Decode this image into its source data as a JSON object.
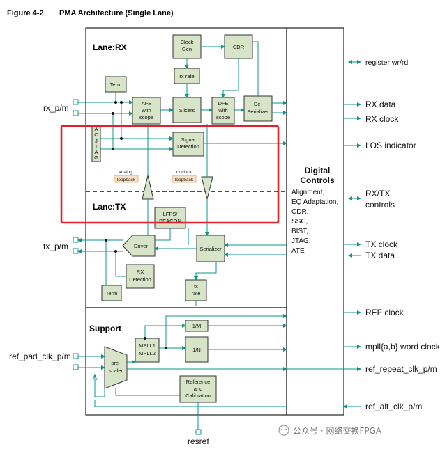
{
  "figure": {
    "number": "Figure 4-2",
    "title": "PMA Architecture (Single Lane)"
  },
  "sections": {
    "rx": "Lane:RX",
    "tx": "Lane:TX",
    "support": "Support"
  },
  "blocks": {
    "clock_gen": [
      "Clock",
      "Gen"
    ],
    "cdr": "CDR",
    "term_rx": "Term",
    "rx_rate": "rx rate",
    "afe": [
      "AFE",
      "with",
      "scope"
    ],
    "slicers": "Slicers",
    "dfe": [
      "DFE",
      "with",
      "scope"
    ],
    "deserializer": [
      "De-",
      "Serializer"
    ],
    "ac_jtag": [
      "A",
      "C",
      "J",
      "T",
      "A",
      "G"
    ],
    "signal_detection": [
      "Signal",
      "Detection"
    ],
    "analog_loopback": [
      "analog",
      "loopback"
    ],
    "rx_clock_loopback": [
      "rx clock",
      "loopback"
    ],
    "lfps_beacon": [
      "LFPS/",
      "BEACON"
    ],
    "driver": "Driver",
    "serializer": "Serializer",
    "rx_detection": [
      "RX",
      "Detection"
    ],
    "term_tx": "Term",
    "tx_rate": [
      "tx",
      "rate"
    ],
    "div_m": "1/M",
    "div_n": "1/N",
    "mpll": [
      "MPLL1",
      "MPLL2"
    ],
    "prescaler": [
      "pre-",
      "scaler"
    ],
    "ref_cal": [
      "Reference",
      "and",
      "Calibration"
    ]
  },
  "digital_controls": {
    "title": [
      "Digital",
      "Controls"
    ],
    "items": [
      "Alignment,",
      "EQ Adaptation,",
      "CDR,",
      "SSC,",
      "BIST,",
      "JTAG,",
      "ATE"
    ]
  },
  "left_ports": {
    "rx_pm": "rx_p/m",
    "tx_pm": "tx_p/m",
    "ref_pad": "ref_pad_clk_p/m",
    "resref": "resref"
  },
  "right_signals": [
    "register wr/rd",
    "RX data",
    "RX clock",
    "LOS indicator",
    "RX/TX",
    "controls",
    "TX clock",
    "TX data",
    "REF clock",
    "mpll{a,b} word clock",
    "ref_repeat_clk_p/m",
    "ref_alt_clk_p/m"
  ],
  "watermark": "公众号 · 网络交换FPGA",
  "colors": {
    "block_fill": "#d7e4c7",
    "wire": "#0e9488",
    "highlight": "#e0202a"
  }
}
